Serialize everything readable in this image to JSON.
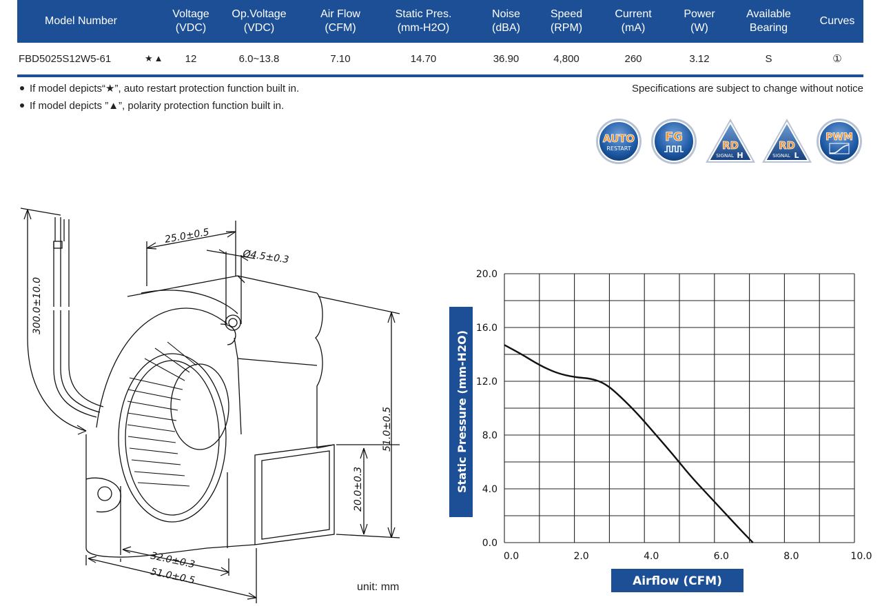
{
  "spec_table": {
    "headers": [
      {
        "line1": "Model Number",
        "line2": ""
      },
      {
        "line1": "Voltage",
        "line2": "(VDC)"
      },
      {
        "line1": "Op.Voltage",
        "line2": "(VDC)"
      },
      {
        "line1": "Air Flow",
        "line2": "(CFM)"
      },
      {
        "line1": "Static Pres.",
        "line2": "(mm-H2O)"
      },
      {
        "line1": "Noise",
        "line2": "(dBA)"
      },
      {
        "line1": "Speed",
        "line2": "(RPM)"
      },
      {
        "line1": "Current",
        "line2": "(mA)"
      },
      {
        "line1": "Power",
        "line2": "(W)"
      },
      {
        "line1": "Available",
        "line2": "Bearing"
      },
      {
        "line1": "Curves",
        "line2": ""
      }
    ],
    "row": {
      "model": "FBD5025S12W5-61",
      "marks": "★▲",
      "voltage": "12",
      "op_voltage": "6.0~13.8",
      "air_flow": "7.10",
      "static_pressure": "14.70",
      "noise": "36.90",
      "speed": "4,800",
      "current": "260",
      "power": "3.12",
      "bearing": "S",
      "curve": "①"
    }
  },
  "notes": {
    "star_note": "If model depicts“★”, auto restart protection function built in.",
    "triangle_note": "If model depicts ”▲”, polarity protection function built in.",
    "disclaimer": "Specifications are subject to change without notice"
  },
  "badges": [
    {
      "name": "auto-restart",
      "top": "AUTO",
      "bottom": "RESTART",
      "icon": "auto-restart-badge-icon"
    },
    {
      "name": "fg",
      "top": "FG",
      "bottom": "",
      "icon": "fg-signal-badge-icon"
    },
    {
      "name": "rd-h",
      "top": "RD",
      "bottom": "SIGNAL",
      "suffix": "H",
      "icon": "rd-signal-high-badge-icon"
    },
    {
      "name": "rd-l",
      "top": "RD",
      "bottom": "SIGNAL",
      "suffix": "L",
      "icon": "rd-signal-low-badge-icon"
    },
    {
      "name": "pwm",
      "top": "PWM",
      "bottom": "",
      "icon": "pwm-badge-icon"
    }
  ],
  "drawing": {
    "dim_lead_length": "300.0±10.0",
    "dim_outlet_width": "25.0±0.5",
    "dim_hole": "Ø4.5±0.3",
    "dim_height": "51.0±0.5",
    "dim_outlet_height": "20.0±0.3",
    "dim_width_inner": "32.0±0.3",
    "dim_width_outer": "51.0±0.5",
    "unit": "unit: mm"
  },
  "colors": {
    "brand_blue": "#1c4f95",
    "badge_orange": "#f08a1c"
  },
  "chart_data": {
    "type": "line",
    "xlabel": "Airflow (CFM)",
    "ylabel": "Static Pressure (mm-H2O)",
    "xlim": [
      0,
      10
    ],
    "ylim": [
      0,
      20
    ],
    "x_ticks": [
      "0.0",
      "2.0",
      "4.0",
      "6.0",
      "8.0",
      "10.0"
    ],
    "y_ticks": [
      "0.0",
      "4.0",
      "8.0",
      "12.0",
      "16.0",
      "20.0"
    ],
    "grid": true,
    "series": [
      {
        "x": [
          0.0,
          0.5,
          1.0,
          1.5,
          2.0,
          2.5,
          2.9,
          3.3,
          3.8,
          4.3,
          4.8,
          5.3,
          5.8,
          6.3,
          6.8,
          7.1
        ],
        "y": [
          14.7,
          14.0,
          13.2,
          12.6,
          12.3,
          12.2,
          11.8,
          10.9,
          9.6,
          8.1,
          6.6,
          5.0,
          3.6,
          2.2,
          0.8,
          0.0
        ]
      }
    ]
  }
}
